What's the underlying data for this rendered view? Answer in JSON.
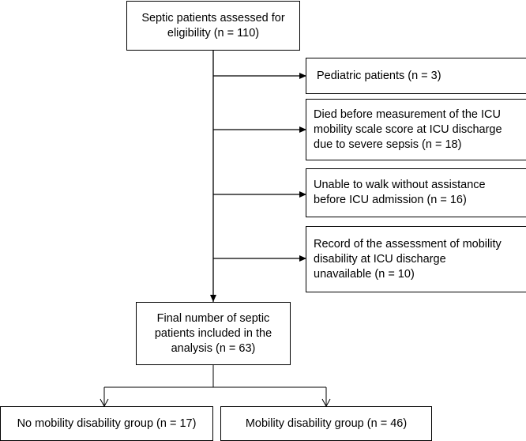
{
  "flowchart": {
    "assessed": "Septic patients assessed for\neligibility (n = 110)",
    "exclusions": [
      "Pediatric patients (n = 3)",
      "Died before measurement of the ICU\nmobility scale score at ICU discharge\ndue to severe sepsis (n = 18)",
      "Unable to walk without assistance\nbefore ICU admission (n = 16)",
      "Record of the assessment of mobility\ndisability at ICU discharge\nunavailable (n = 10)"
    ],
    "final": "Final number of septic\npatients included in the\nanalysis (n = 63)",
    "groups": [
      "No mobility disability group (n = 17)",
      "Mobility disability group (n = 46)"
    ]
  },
  "colors": {
    "line": "#000000",
    "box_border": "#000000",
    "background": "#ffffff"
  }
}
